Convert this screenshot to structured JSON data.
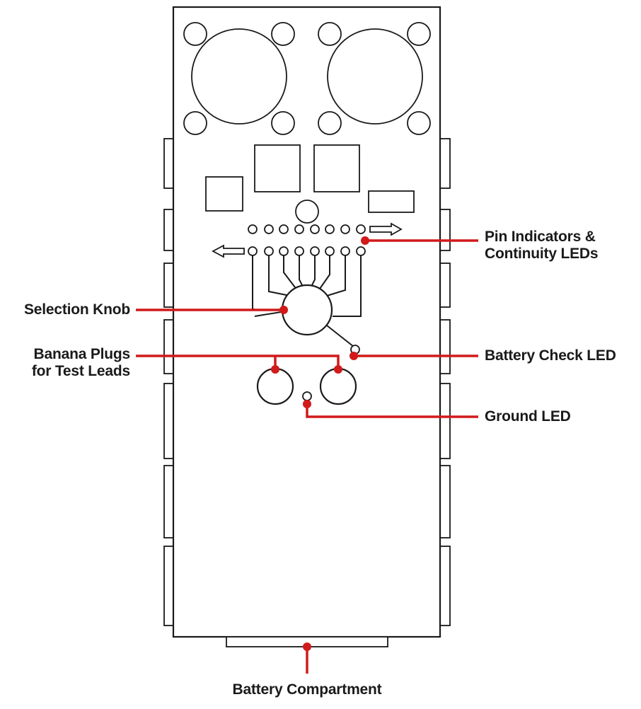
{
  "diagram": {
    "labels": {
      "pin_indicators_line1": "Pin Indicators &",
      "pin_indicators_line2": "Continuity LEDs",
      "selection_knob": "Selection Knob",
      "banana_plugs_line1": "Banana Plugs",
      "banana_plugs_line2": "for Test Leads",
      "battery_check_led": "Battery Check LED",
      "ground_led": "Ground LED",
      "battery_compartment": "Battery Compartment"
    },
    "colors": {
      "outline": "#1a1a1a",
      "callout": "#d11a1a",
      "background": "#ffffff"
    }
  }
}
